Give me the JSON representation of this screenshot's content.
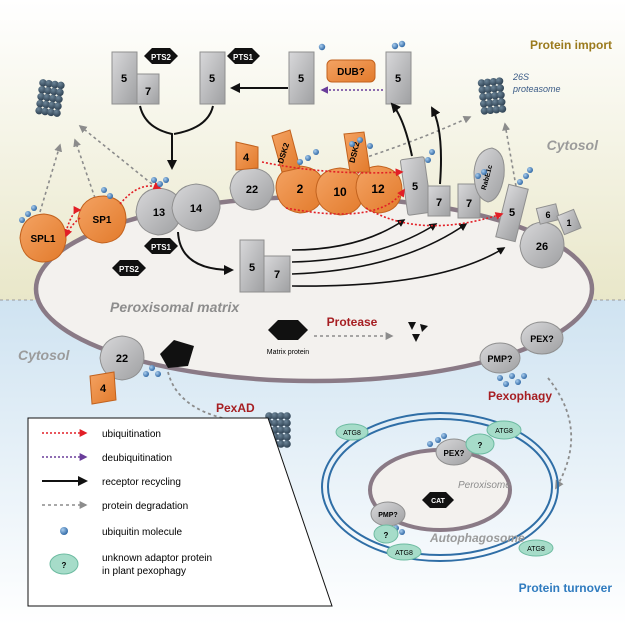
{
  "regions": {
    "protein_import": "Protein import",
    "cytosol_top": "Cytosol",
    "cytosol_bottom": "Cytosol",
    "matrix": "Peroxisomal matrix",
    "protein_turnover": "Protein turnover",
    "proteasome_26s": "26S\nproteasome",
    "peroxisome": "Peroxisome",
    "autophagosome": "Autophagosome"
  },
  "processes": {
    "protease": "Protease",
    "pexad": "PexAD",
    "pexophagy": "Pexophagy"
  },
  "proteins": {
    "pex5": "5",
    "pex7": "7",
    "pex13": "13",
    "pex14": "14",
    "pex22": "22",
    "pex4": "4",
    "pex2": "2",
    "pex10": "10",
    "pex12": "12",
    "pex26": "26",
    "pex6": "6",
    "pex1": "1",
    "sp1": "SP1",
    "spl1": "SPL1",
    "dsk2": "DSK2",
    "rabe1c": "RabE1c",
    "dub": "DUB?",
    "pts1": "PTS1",
    "pts2": "PTS2",
    "matrix_protein": "Matrix protein",
    "pmp": "PMP?",
    "pex_q": "PEX?",
    "atg8": "ATG8",
    "cat": "CAT",
    "unknown": "?"
  },
  "legend": {
    "ubiquitination": "ubiquitination",
    "deubiquitination": "deubiquitination",
    "receptor_recycling": "receptor recycling",
    "protein_degradation": "protein degradation",
    "ubiquitin": "ubiquitin molecule",
    "adaptor_line1": "unknown adaptor protein",
    "adaptor_line2": "in plant pexophagy"
  },
  "colors": {
    "orange": "#ee8a3c",
    "grey": "#b9b9bb",
    "ubiquitin": "#3b78b8",
    "red": "#e21f26",
    "purple": "#6a3d9a",
    "teal": "#a6dcc9",
    "title_gold": "#9b7a1c",
    "title_blue": "#2f7bbf",
    "process_red": "#a61e22"
  }
}
